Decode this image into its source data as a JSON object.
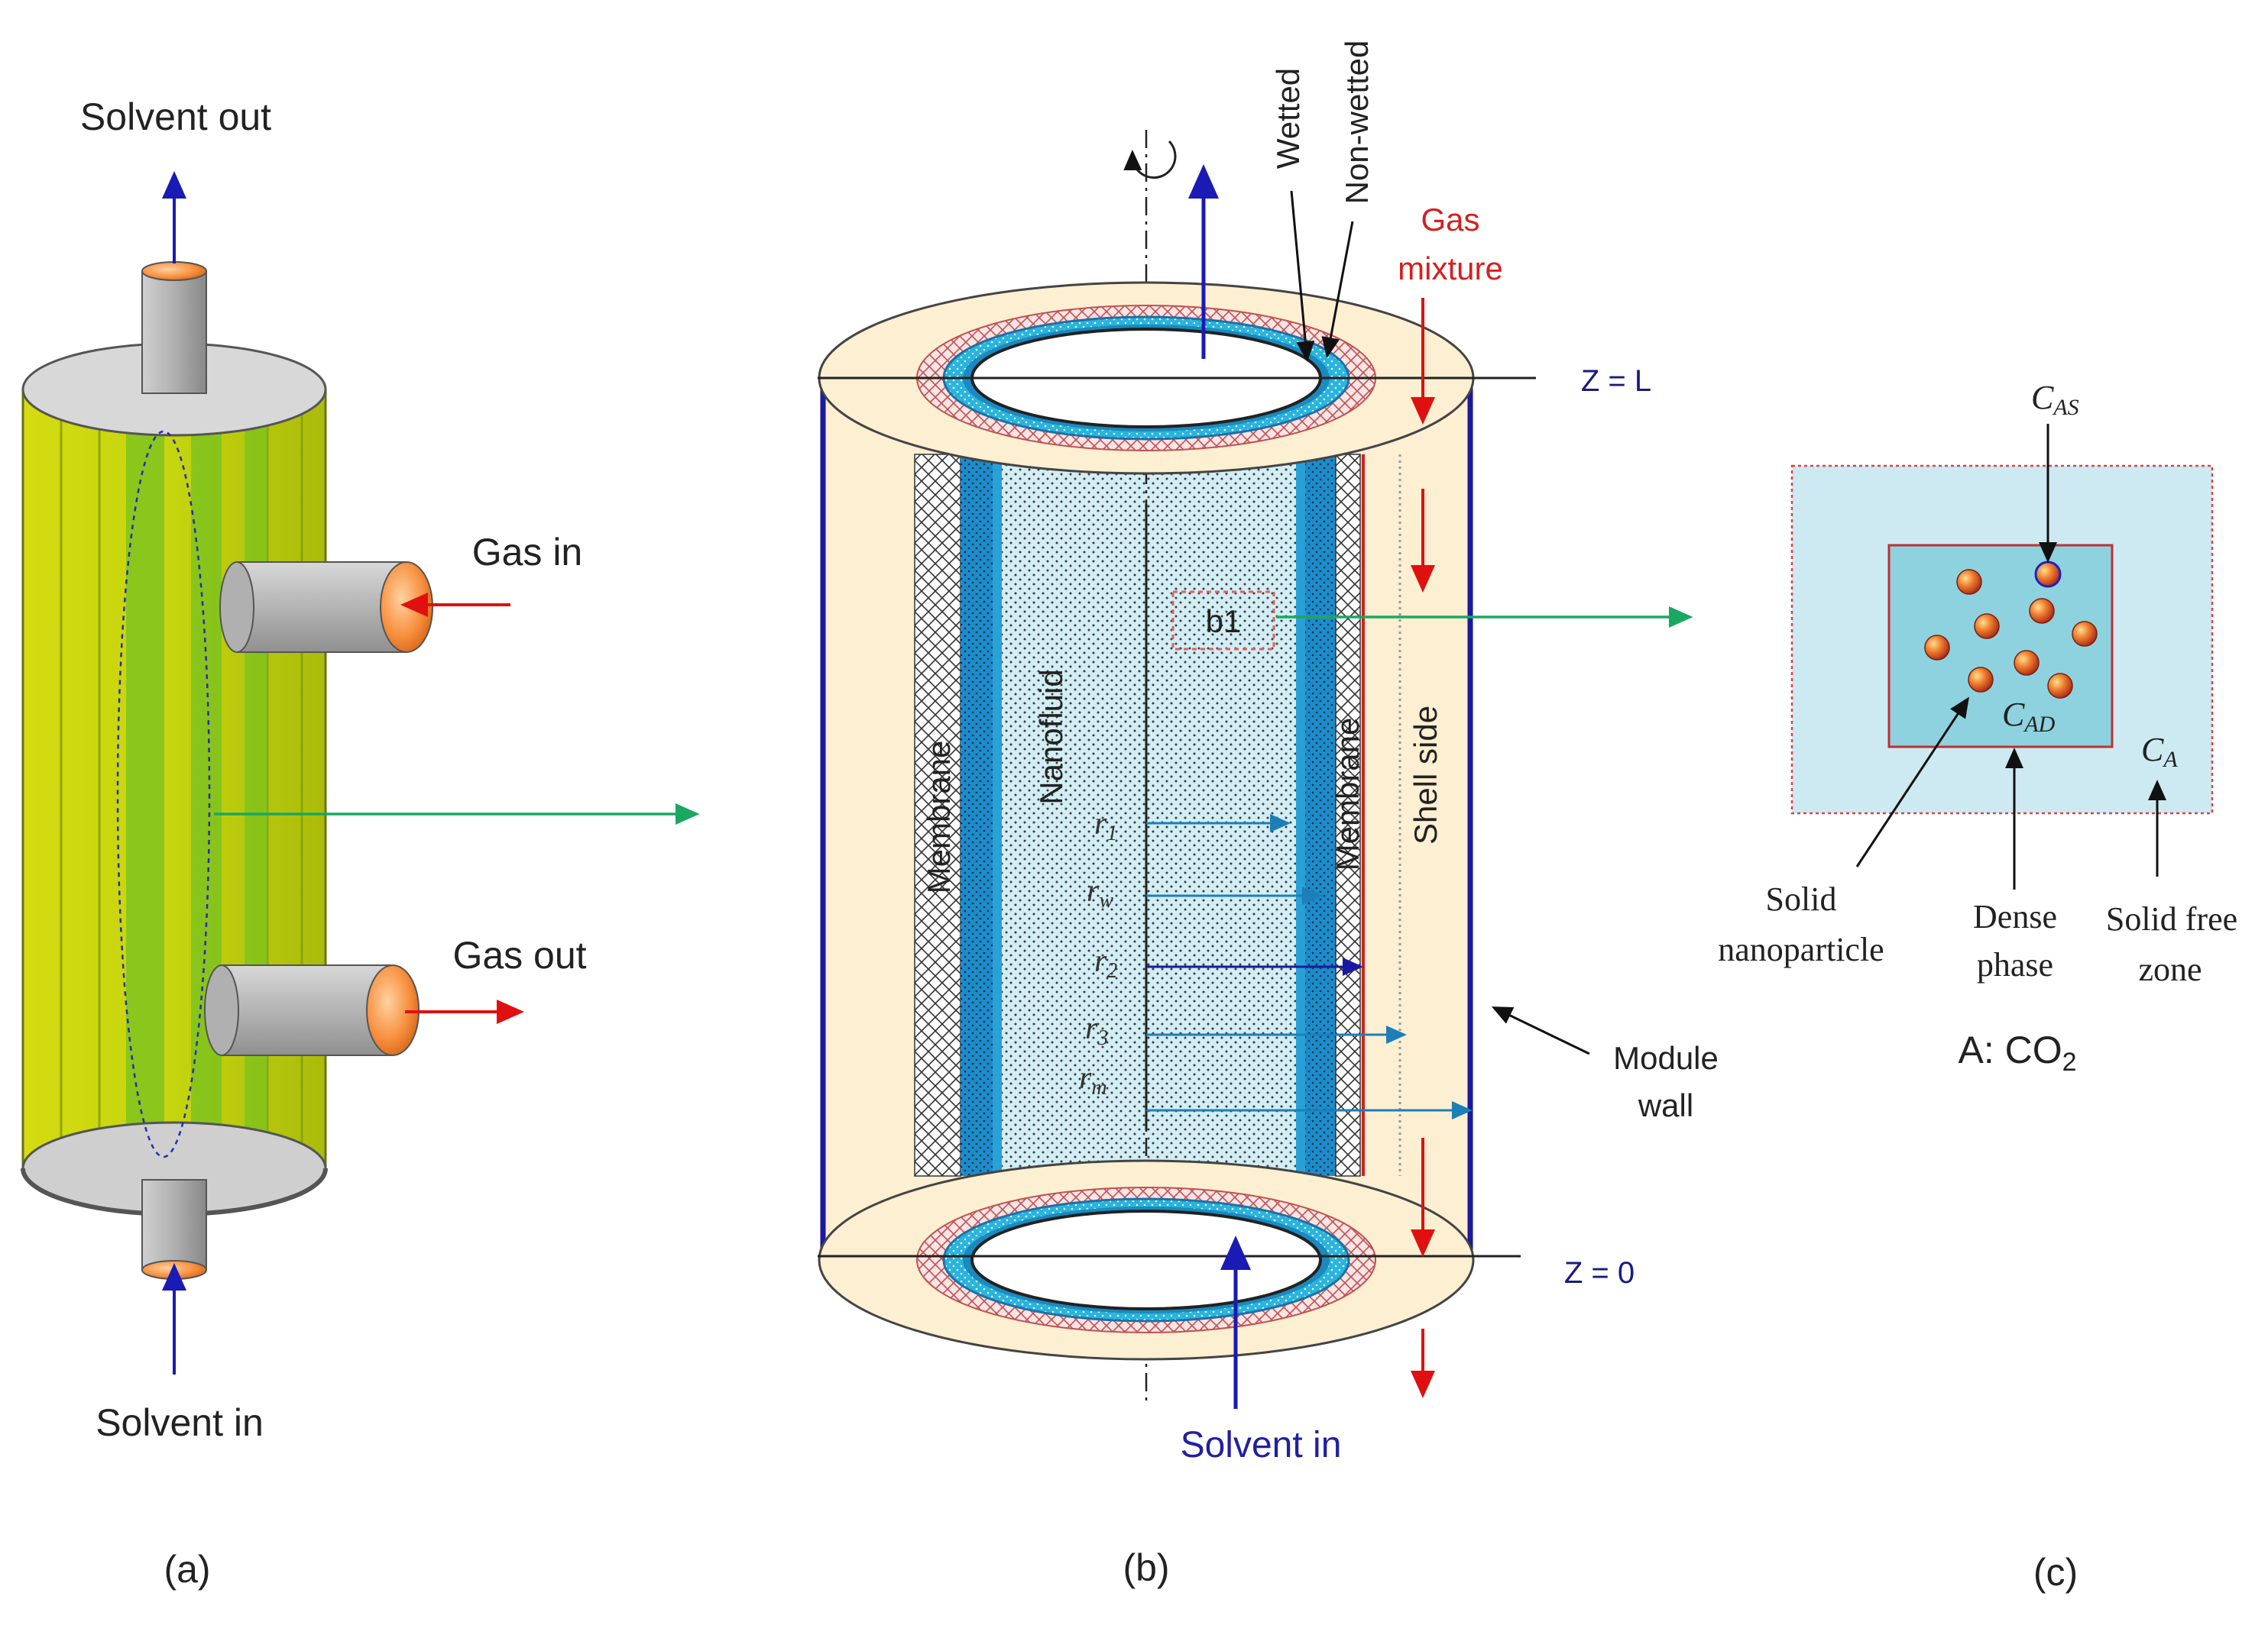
{
  "panel_a": {
    "label": "(a)",
    "solvent_out": "Solvent out",
    "gas_in": "Gas in",
    "gas_out": "Gas out",
    "solvent_in": "Solvent in"
  },
  "panel_b": {
    "label": "(b)",
    "wetted": "Wetted",
    "non_wetted": "Non-wetted",
    "gas_mixture_line1": "Gas",
    "gas_mixture_line2": "mixture",
    "z_top": "Z = L",
    "z_bottom": "Z = 0",
    "membrane_left": "Membrane",
    "nanofluid": "Nanofluid",
    "membrane_right": "Membrane",
    "shell_side": "Shell side",
    "b1": "b1",
    "r1": "r",
    "r1_sub": "1",
    "rw": "r",
    "rw_sub": "w",
    "r2": "r",
    "r2_sub": "2",
    "r3": "r",
    "r3_sub": "3",
    "rm": "r",
    "rm_sub": "m",
    "module_wall_line1": "Module",
    "module_wall_line2": "wall",
    "solvent_in": "Solvent in"
  },
  "panel_c": {
    "label": "(c)",
    "c_as": "C",
    "c_as_sub": "AS",
    "c_ad": "C",
    "c_ad_sub": "AD",
    "c_a": "C",
    "c_a_sub": "A",
    "solid_np_line1": "Solid",
    "solid_np_line2": "nanoparticle",
    "dense_line1": "Dense",
    "dense_line2": "phase",
    "free_line1": "Solid free",
    "free_line2": "zone",
    "species": "A: CO",
    "species_sub": "2"
  },
  "colors": {
    "blue_arrow": "#1a1ab4",
    "red_arrow": "#e01010",
    "green_arrow": "#1aa860",
    "red_text": "#d42020",
    "blue_text": "#2020a0",
    "shell": "#fcefd2",
    "membrane_blue": "#1e8cc8",
    "nanofluid": "#d2eef4",
    "module_green": "#b8cc10"
  }
}
